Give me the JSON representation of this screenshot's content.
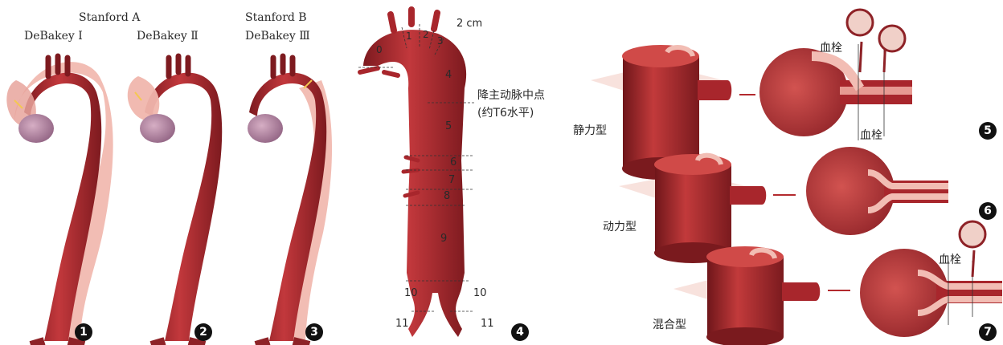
{
  "panel1": {
    "line1": "Stanford A",
    "line2": "DeBakey Ⅰ",
    "badge": "1"
  },
  "panel2": {
    "line2": "DeBakey Ⅱ",
    "badge": "2"
  },
  "panel3": {
    "line1": "Stanford B",
    "line2": "DeBakey Ⅲ",
    "badge": "3"
  },
  "panel4": {
    "unit": "2 cm",
    "zones": [
      "0",
      "1",
      "2",
      "3",
      "4",
      "5",
      "6",
      "7",
      "8",
      "9",
      "10",
      "10",
      "11",
      "11"
    ],
    "midpoint_line1": "降主动脉中点",
    "midpoint_line2": "(约T6水平)",
    "badge": "4"
  },
  "panel5": {
    "type_label": "静力型",
    "thrombus_top": "血栓",
    "thrombus_bottom": "血栓",
    "badge": "5"
  },
  "panel6": {
    "type_label": "动力型",
    "badge": "6"
  },
  "panel7": {
    "type_label": "混合型",
    "thrombus": "血栓",
    "badge": "7"
  },
  "colors": {
    "vessel": "#a8262c",
    "vessel_dark": "#7d1a1f",
    "lining": "#f0b6ad",
    "lumen_pink": "#e79a92",
    "heart": "#b988a4"
  }
}
